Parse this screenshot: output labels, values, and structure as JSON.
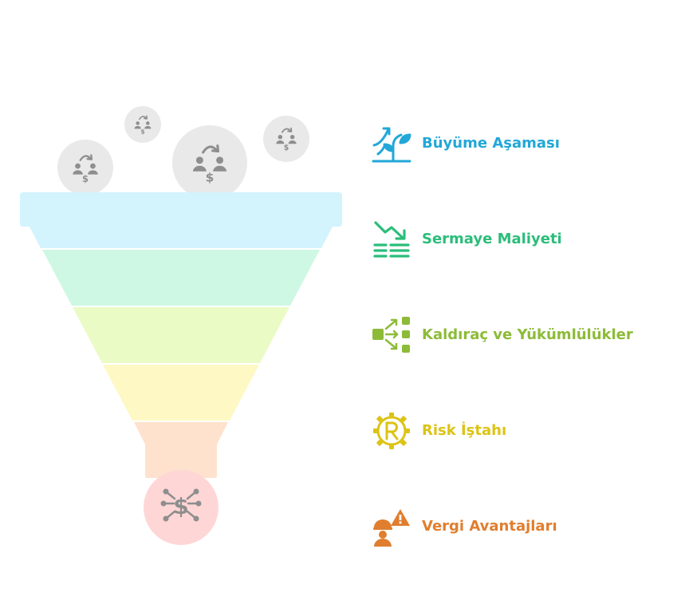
{
  "funnel": {
    "layer_colors": [
      "#d3f3fd",
      "#cef8e4",
      "#ebfbc6",
      "#fef8c4",
      "#fee2cd"
    ],
    "top_circles": [
      {
        "icon": "people-money-exchange-icon"
      },
      {
        "icon": "people-money-exchange-icon"
      },
      {
        "icon": "people-money-exchange-icon"
      },
      {
        "icon": "people-money-exchange-icon"
      }
    ],
    "bottom_circle": {
      "icon": "money-network-icon",
      "color": "#ffd6d6"
    }
  },
  "items": [
    {
      "label": "Büyüme Aşaması",
      "color": "#22a7d8",
      "icon": "growth-sprout-icon"
    },
    {
      "label": "Sermaye Maliyeti",
      "color": "#2bbd7a",
      "icon": "decline-chart-coins-icon"
    },
    {
      "label": "Kaldıraç ve Yükümlülükler",
      "color": "#8dbb38",
      "icon": "process-flow-icon"
    },
    {
      "label": "Risk İştahı",
      "color": "#dcc315",
      "icon": "registered-gear-icon"
    },
    {
      "label": "Vergi Avantajları",
      "color": "#e07e2e",
      "icon": "worker-warning-icon"
    }
  ]
}
